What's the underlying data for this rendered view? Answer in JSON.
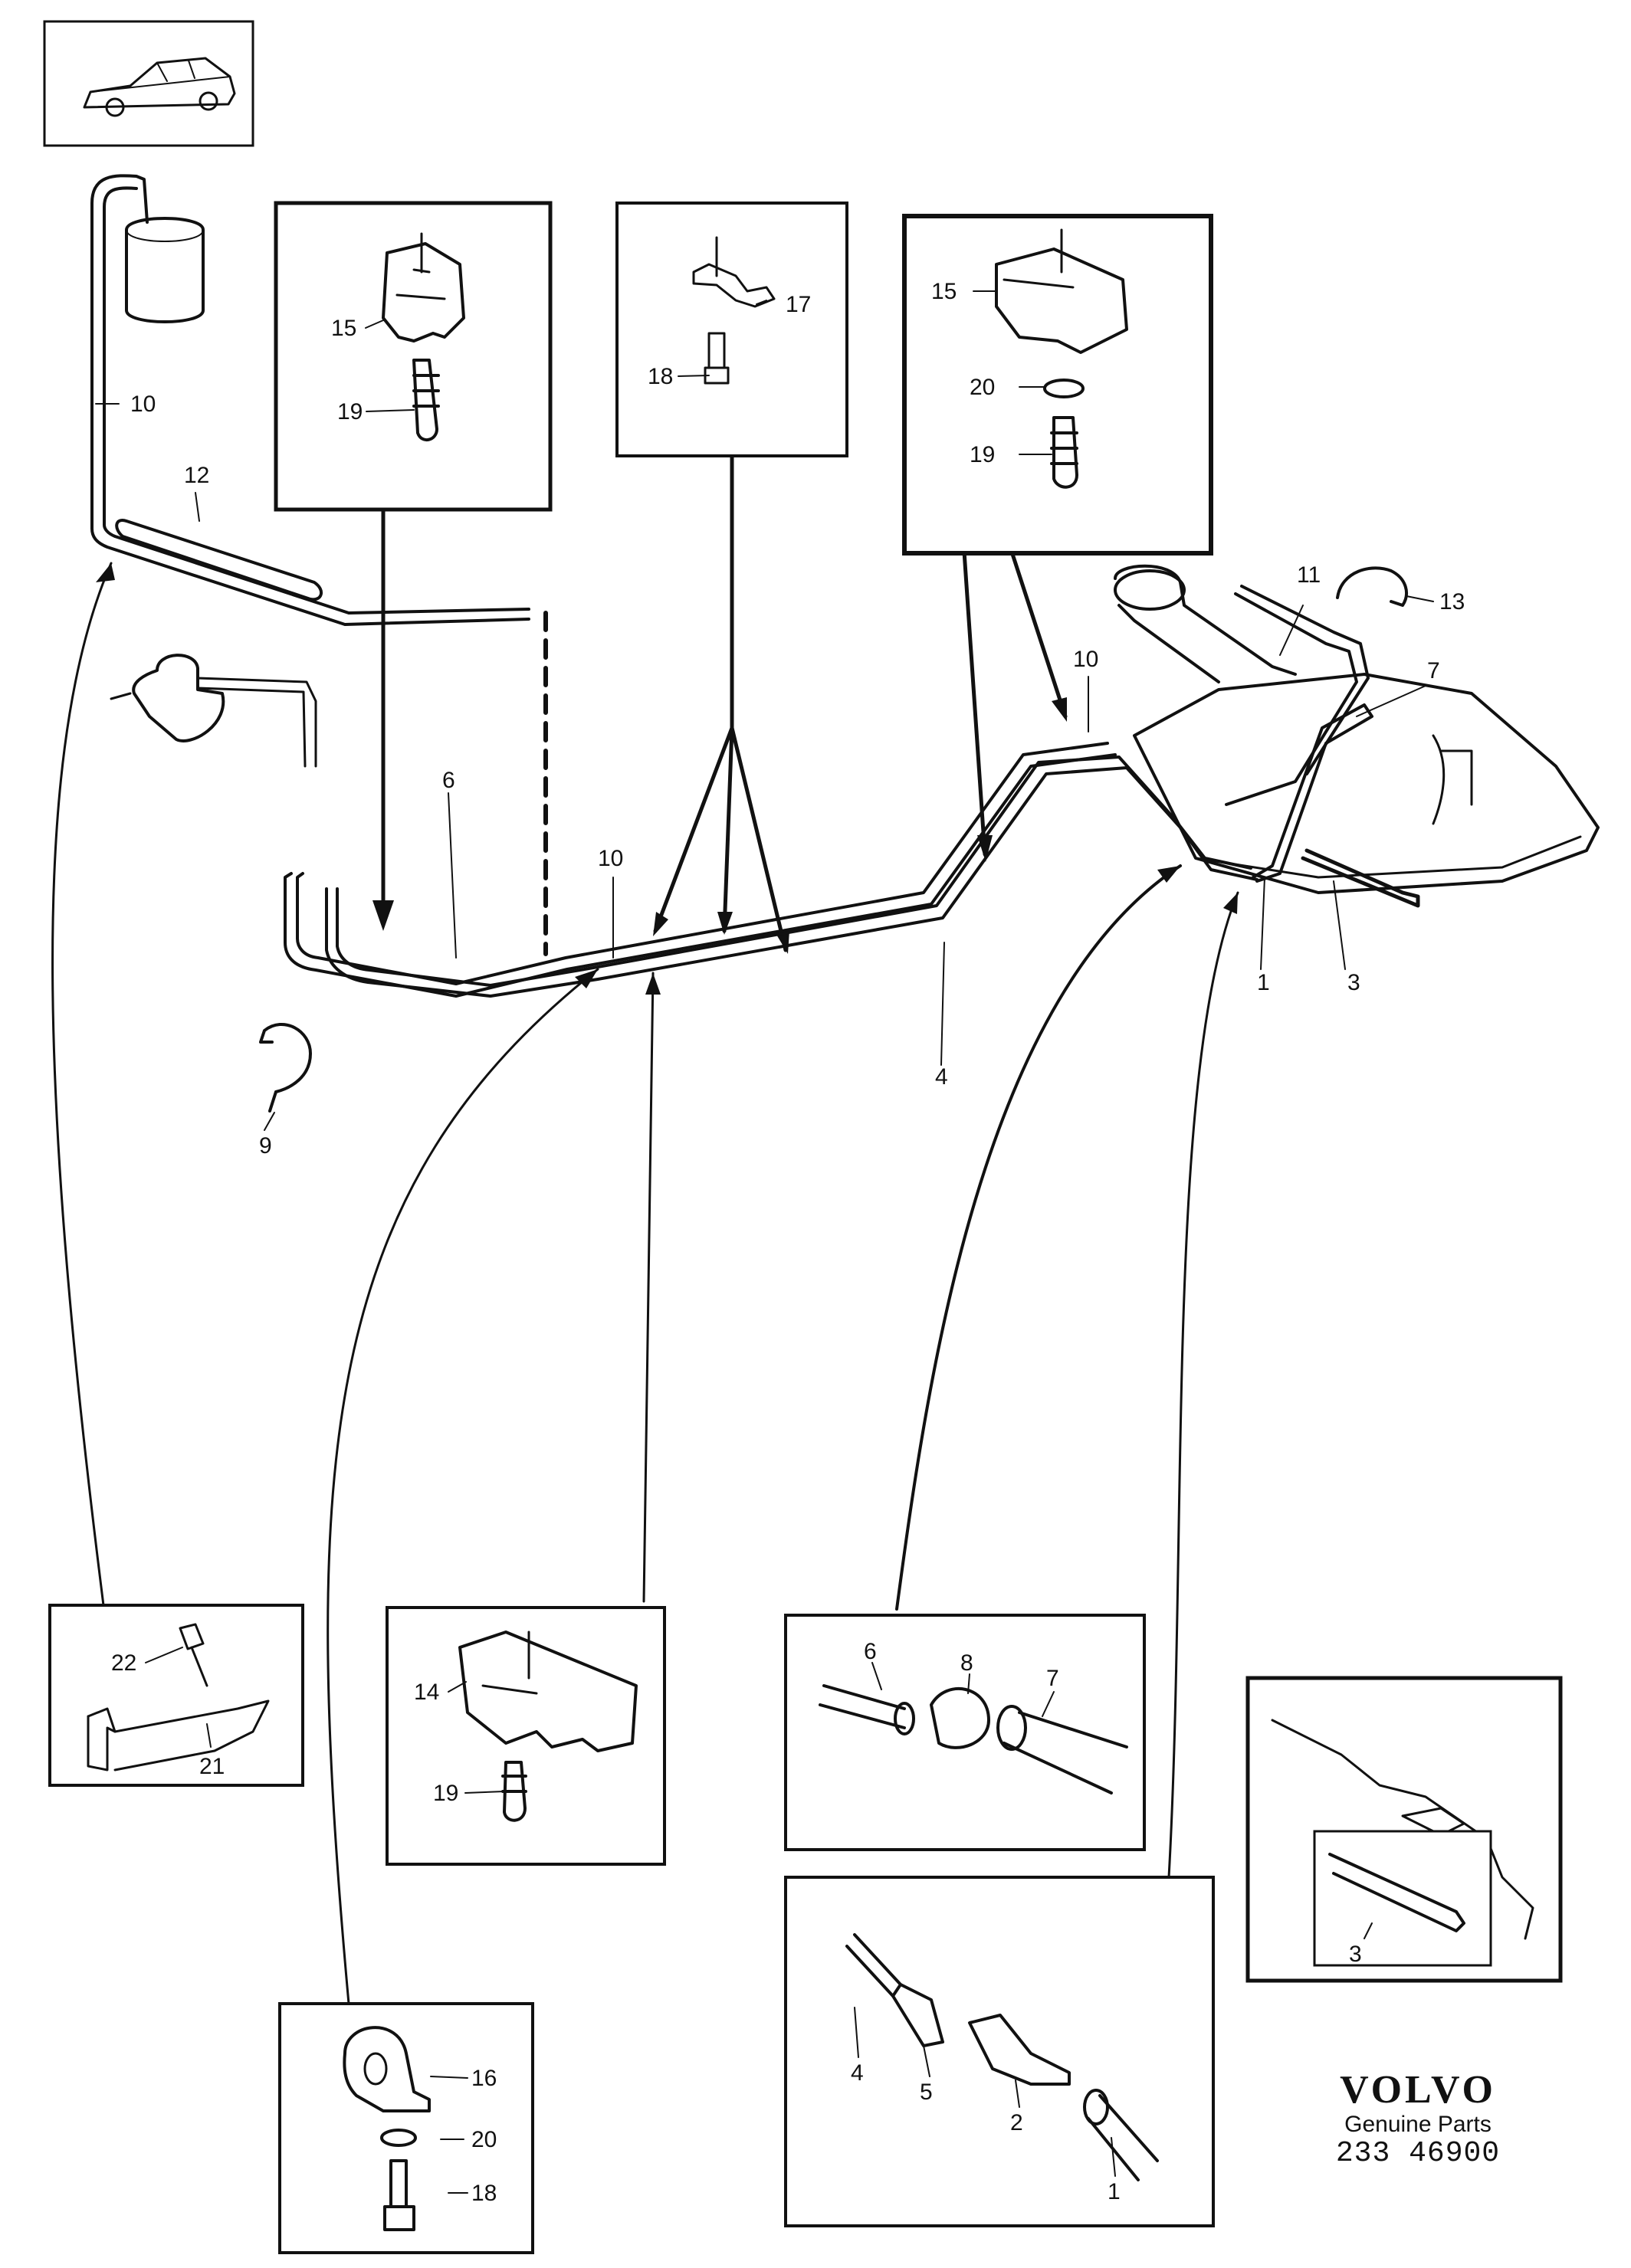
{
  "callouts": {
    "main_10_left": "10",
    "main_12": "12",
    "main_6": "6",
    "main_10_center": "10",
    "main_9": "9",
    "main_4": "4",
    "main_10_right": "10",
    "main_11": "11",
    "main_13": "13",
    "main_7": "7",
    "main_1": "1",
    "main_3": "3",
    "b1_15": "15",
    "b1_19": "19",
    "b2_17": "17",
    "b2_18": "18",
    "b3_15": "15",
    "b3_20": "20",
    "b3_19": "19",
    "b4_22": "22",
    "b4_21": "21",
    "b5_14": "14",
    "b5_19": "19",
    "b6_6": "6",
    "b6_8": "8",
    "b6_7": "7",
    "b7_3": "3",
    "b8_4": "4",
    "b8_5": "5",
    "b8_2": "2",
    "b8_1": "1",
    "b9_16": "16",
    "b9_20": "20",
    "b9_18": "18"
  },
  "brand": {
    "logo": "VOLVO",
    "line": "Genuine Parts",
    "code": "233 46900"
  }
}
